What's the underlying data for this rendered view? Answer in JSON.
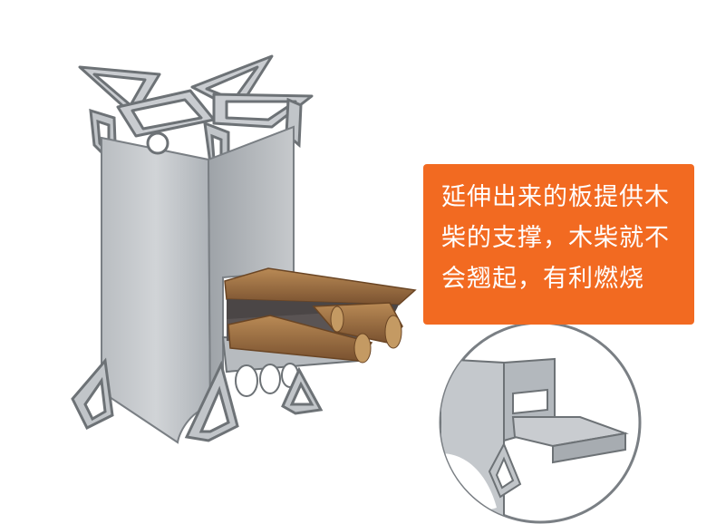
{
  "callout": {
    "lines": [
      "延伸出来的板提供木",
      "柴的支撑，木柴就不",
      "会翘起，有利燃烧"
    ],
    "background_color": "#f26a21",
    "text_color": "#ffffff"
  },
  "illustration": {
    "subject": "metal rocket stove with extended fuel support plate and firewood",
    "colors": {
      "steel": "#c3c7cb",
      "steel_dark": "#a3a8ad",
      "wood": "#9b6b3c",
      "bark": "#4b4646"
    }
  }
}
